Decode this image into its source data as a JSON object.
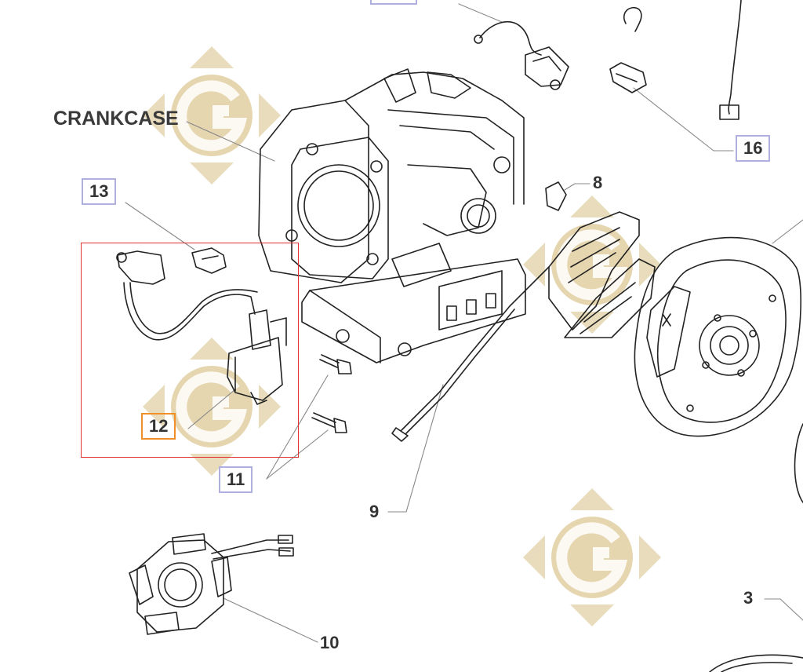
{
  "diagram": {
    "title": "CRANKCASE",
    "callouts": [
      {
        "id": "c13",
        "text": "13",
        "style": "boxed"
      },
      {
        "id": "c12",
        "text": "12",
        "style": "selected"
      },
      {
        "id": "c11",
        "text": "11",
        "style": "boxed"
      },
      {
        "id": "c16",
        "text": "16",
        "style": "boxed"
      },
      {
        "id": "c8",
        "text": "8",
        "style": "plain"
      },
      {
        "id": "c9",
        "text": "9",
        "style": "plain"
      },
      {
        "id": "c10",
        "text": "10",
        "style": "plain"
      },
      {
        "id": "c3",
        "text": "3",
        "style": "plain"
      }
    ],
    "watermark_icon": "g-logo-diamond-watermark",
    "colors": {
      "selection_frame": "#e03030",
      "selected_callout": "#f0902a",
      "callout_box": "#b0b0e0",
      "watermark": "#e3d3ad",
      "line_art": "#222222"
    }
  }
}
